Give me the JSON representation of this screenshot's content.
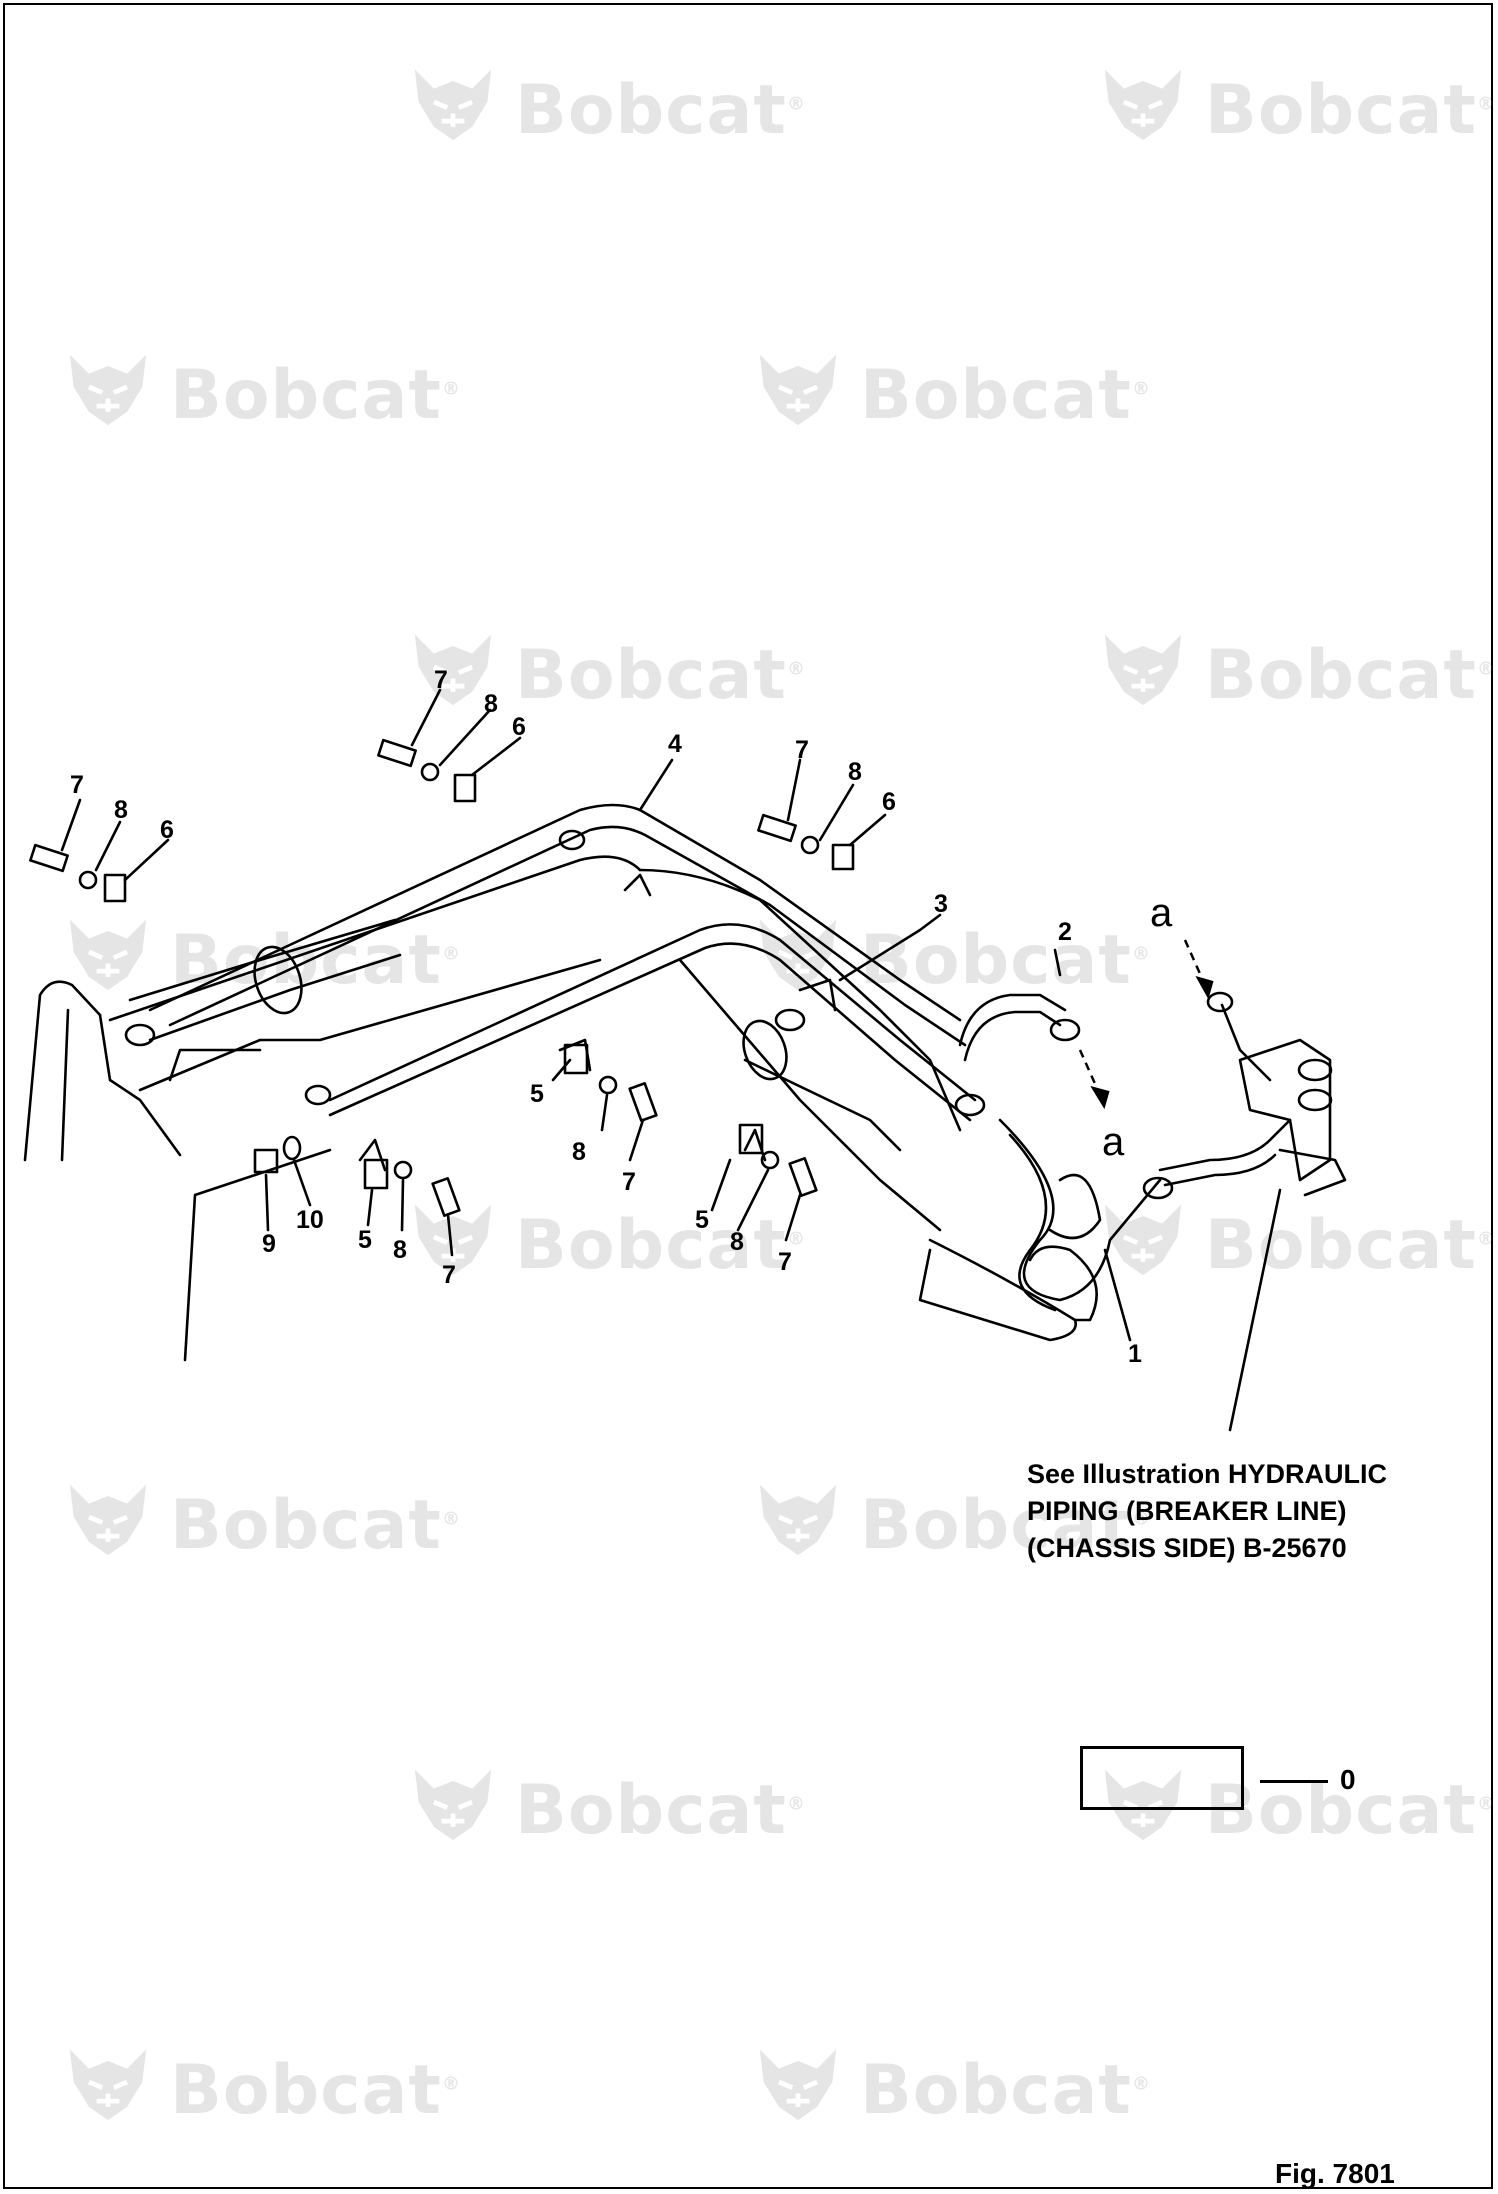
{
  "watermark": {
    "brand": "Bobcat",
    "mark": "®",
    "color": "#666666"
  },
  "callouts": {
    "c1": "1",
    "c2": "2",
    "c3": "3",
    "c4": "4",
    "c5a": "5",
    "c5b": "5",
    "c5c": "5",
    "c6a": "6",
    "c6b": "6",
    "c6c": "6",
    "c7a": "7",
    "c7b": "7",
    "c7c": "7",
    "c7d": "7",
    "c7e": "7",
    "c7f": "7",
    "c8a": "8",
    "c8b": "8",
    "c8c": "8",
    "c8d": "8",
    "c8e": "8",
    "c8f": "8",
    "c9": "9",
    "c10": "10",
    "ca1": "a",
    "ca2": "a"
  },
  "note": {
    "line1": "See Illustration HYDRAULIC",
    "line2": "PIPING (BREAKER LINE)",
    "line3": "(CHASSIS SIDE) B-25670"
  },
  "legend": {
    "label": "0"
  },
  "figure": {
    "label": "Fig. 7801"
  }
}
